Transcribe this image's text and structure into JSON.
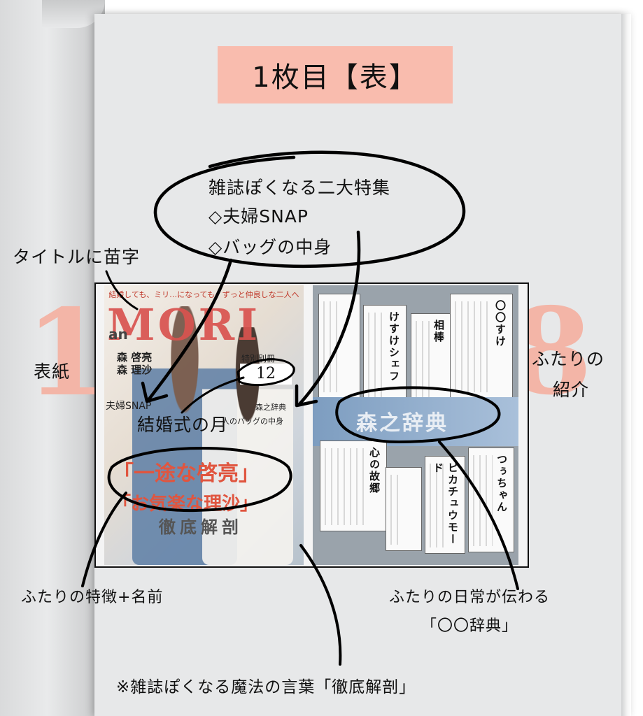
{
  "header": {
    "title": "1枚目【表】"
  },
  "pages": {
    "left_number": "1",
    "right_number": "8"
  },
  "annotations": {
    "features_heading": "雑誌ぽくなる二大特集",
    "feature_1": "◇夫婦SNAP",
    "feature_2": "◇バッグの中身",
    "surname_title": "タイトルに苗字",
    "cover_label": "表紙",
    "intro_label_1": "ふたりの",
    "intro_label_2": "紹介",
    "wedding_month": "結婚式の月",
    "traits_names": "ふたりの特徴+名前",
    "daily_life_1": "ふたりの日常が伝わる",
    "daily_life_2": "「〇〇辞典」",
    "magic_words": "※雑誌ぽくなる魔法の言葉「徹底解剖」"
  },
  "cover": {
    "strap": "結婚しても、ミリ…になっても、ずっと仲良しな二人へ",
    "logo": "MORI",
    "logo_small": "an",
    "name_1": "森 啓亮",
    "name_2": "森 理沙",
    "couple_snap": "夫婦SNAP",
    "supplement": "特別別冊",
    "issue": "12",
    "dict_tag": "森之辞典",
    "bag_tag": "人のバッグの中身",
    "headline_1": "「一途な啓亮」",
    "headline_2": "「お気楽な理沙」",
    "dissect": "徹底解剖"
  },
  "spread": {
    "cards": [
      "けすけシェフ",
      "相棒",
      "〇〇すけ",
      "心の故郷",
      "ピカチュウモード",
      "つぅちゃん"
    ],
    "dict_title": "森之辞典"
  }
}
